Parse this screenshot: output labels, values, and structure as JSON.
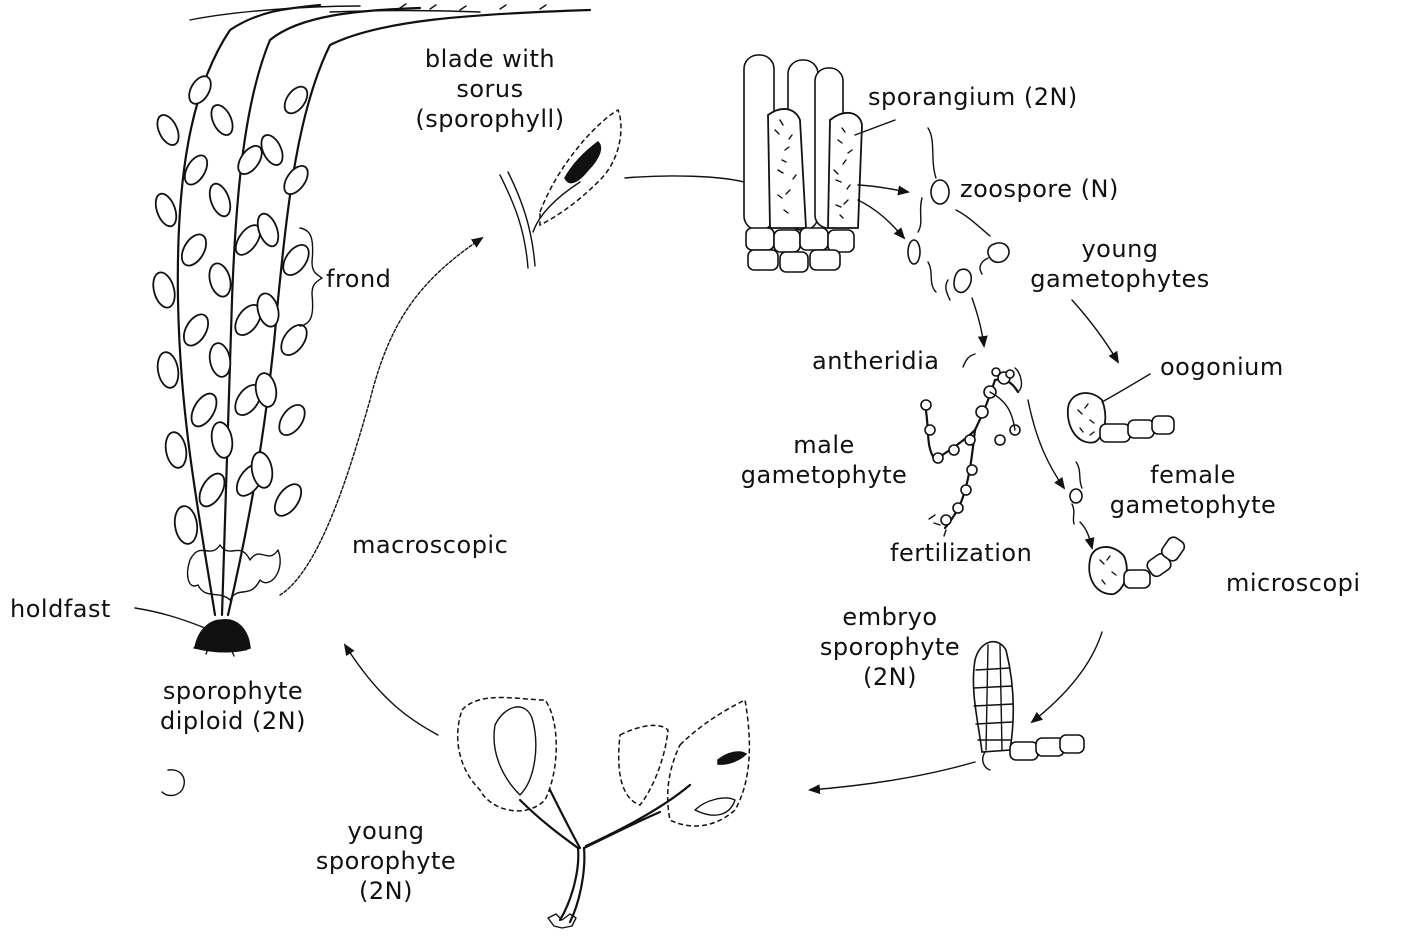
{
  "labels": {
    "blade_with_sorus": [
      "blade with",
      "sorus",
      "(sporophyll)"
    ],
    "sporangium": "sporangium (2N)",
    "zoospore": "zoospore (N)",
    "young_gametophytes": [
      "young",
      "gametophytes"
    ],
    "frond": "frond",
    "antheridia": "antheridia",
    "oogonium": "oogonium",
    "male_gametophyte": [
      "male",
      "gametophyte"
    ],
    "female_gametophyte": [
      "female",
      "gametophyte"
    ],
    "fertilization": "fertilization",
    "macroscopic": "macroscopic",
    "microscopic": "microscopi",
    "holdfast": "holdfast",
    "embryo_sporophyte": [
      "embryo",
      "sporophyte",
      "(2N)"
    ],
    "sporophyte_diploid": [
      "sporophyte",
      "diploid (2N)"
    ],
    "young_sporophyte": [
      "young",
      "sporophyte",
      "(2N)"
    ]
  }
}
